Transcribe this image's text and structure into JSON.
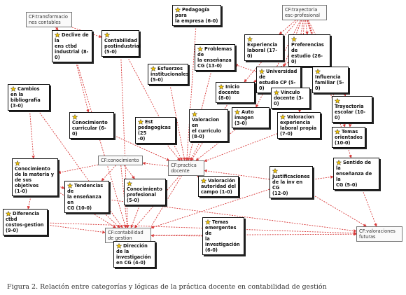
{
  "caption": "Figura 2. Relación entre categorías y lógicas de la práctica docente en contabilidad de gestión",
  "nodes": [
    {
      "id": "n_cf_transf",
      "type": "category",
      "text": "CF:transformacio\nnes contables"
    },
    {
      "id": "n_declive",
      "type": "code",
      "text": "Declive de la\nens ctbd\nindustrial (8-0)"
    },
    {
      "id": "n_contab_post",
      "type": "code",
      "text": "Contabilidad\npostindustrial\n(5-0)"
    },
    {
      "id": "n_pedagogia",
      "type": "code",
      "text": "Pedagogía para\nla empresa (6-0)"
    },
    {
      "id": "n_cf_tray",
      "type": "category",
      "text": "CF:trayectoria\nesc-profesional"
    },
    {
      "id": "n_experiencia",
      "type": "code",
      "text": "Experiencia\nlaboral (17-0)"
    },
    {
      "id": "n_preferencias",
      "type": "code",
      "text": "Preferencias de\nestudio (26-0)"
    },
    {
      "id": "n_problemas",
      "type": "code",
      "text": "Problemas de\nla enseñanza\nCG (13-0)"
    },
    {
      "id": "n_esfuerzos",
      "type": "code",
      "text": "Esfuerzos\ninstitucionales\n(5-0)"
    },
    {
      "id": "n_universidad",
      "type": "code",
      "text": "Universidad de\nestudio CP (5-0)"
    },
    {
      "id": "n_influencia",
      "type": "code",
      "text": "Influencia\nfamiliar (5-0)"
    },
    {
      "id": "n_inicio",
      "type": "code",
      "text": "Inicio docente\n(8-0)"
    },
    {
      "id": "n_vinculo",
      "type": "code",
      "text": "Vínculo\ndocente (3-0)"
    },
    {
      "id": "n_tray_escolar",
      "type": "code",
      "text": "Trayectoria\nescolar (10-0)"
    },
    {
      "id": "n_cambios",
      "type": "code",
      "text": "Cambios en la\nbibliografía\n(3-0)"
    },
    {
      "id": "n_valoracion_curr",
      "type": "code",
      "text": "Valoracion en\nel curriculo\n(8-0)"
    },
    {
      "id": "n_auto_imagen",
      "type": "code",
      "text": "Auto imagen\n(3-0)"
    },
    {
      "id": "n_valoracion_exp",
      "type": "code",
      "text": "Valoracion\nexperiencia\nlaboral propia\n(7-0)"
    },
    {
      "id": "n_conoc_curr",
      "type": "code",
      "text": "Conocimiento\ncurricular (6-0)"
    },
    {
      "id": "n_est_ped",
      "type": "code",
      "text": "Est\npedagogicas (25\n-0)"
    },
    {
      "id": "n_temas_or",
      "type": "code",
      "text": "Temas\norientados\n(10-0)"
    },
    {
      "id": "n_conoc_materia",
      "type": "code",
      "text": "Conocimiento\nde la materia y\nde sus objetivos\n(1-0)"
    },
    {
      "id": "n_cf_conoc",
      "type": "category",
      "text": "CF:conocimiento"
    },
    {
      "id": "n_cf_practica",
      "type": "category",
      "text": "CF:practica\ndocente"
    },
    {
      "id": "n_justificaciones",
      "type": "code",
      "text": "Justificaciones\nde la inv en CG\n(12-0)"
    },
    {
      "id": "n_sentido",
      "type": "code",
      "text": "Sentido de la\nenseñanza de la\nCG (5-0)"
    },
    {
      "id": "n_valoracion_aut",
      "type": "code",
      "text": "Valoración\nautoridad del\ncampo (1-0)"
    },
    {
      "id": "n_tendencias",
      "type": "code",
      "text": "Tendencias de\nla enseñanza en\nCG (10-0)"
    },
    {
      "id": "n_conoc_prof",
      "type": "code",
      "text": "Conocimiento\nprofesional\n(5-0)"
    },
    {
      "id": "n_diferencia",
      "type": "code",
      "text": "Diferencia ctbd\ncostos-gestion\n(9-0)"
    },
    {
      "id": "n_temas_emerg",
      "type": "code",
      "text": "Temas\nemergentes de\nla investigación\n(6-0)"
    },
    {
      "id": "n_cf_contab",
      "type": "category",
      "text": "CF:contabilidad\nde gestion"
    },
    {
      "id": "n_cf_valor",
      "type": "category",
      "text": "CF:valoraciones\nfuturas"
    },
    {
      "id": "n_direccion",
      "type": "code",
      "text": "Dirección de la\ninvestigación\nen CG (4-0)"
    }
  ],
  "edges": [
    [
      "n_cf_transf",
      "n_declive"
    ],
    [
      "n_cf_transf",
      "n_contab_post"
    ],
    [
      "n_declive",
      "n_cf_contab"
    ],
    [
      "n_contab_post",
      "n_cf_contab"
    ],
    [
      "n_declive",
      "n_conoc_curr"
    ],
    [
      "n_contab_post",
      "n_cf_practica"
    ],
    [
      "n_cambios",
      "n_cf_contab"
    ],
    [
      "n_cambios",
      "n_conoc_materia"
    ],
    [
      "n_cf_tray",
      "n_experiencia"
    ],
    [
      "n_cf_tray",
      "n_preferencias"
    ],
    [
      "n_cf_tray",
      "n_influencia"
    ],
    [
      "n_cf_tray",
      "n_tray_escolar"
    ],
    [
      "n_cf_tray",
      "n_universidad"
    ],
    [
      "n_cf_tray",
      "n_vinculo"
    ],
    [
      "n_cf_tray",
      "n_inicio"
    ],
    [
      "n_cf_tray",
      "n_auto_imagen"
    ],
    [
      "n_cf_tray",
      "n_valoracion_exp"
    ],
    [
      "n_cf_tray",
      "n_temas_or"
    ],
    [
      "n_cf_tray",
      "n_sentido"
    ],
    [
      "n_preferencias",
      "n_universidad"
    ],
    [
      "n_preferencias",
      "n_inicio"
    ],
    [
      "n_universidad",
      "n_problemas"
    ],
    [
      "n_tray_escolar",
      "n_temas_or"
    ],
    [
      "n_pedagogia",
      "n_cf_practica"
    ],
    [
      "n_problemas",
      "n_cf_practica"
    ],
    [
      "n_esfuerzos",
      "n_cf_practica"
    ],
    [
      "n_inicio",
      "n_cf_practica"
    ],
    [
      "n_valoracion_curr",
      "n_cf_practica"
    ],
    [
      "n_auto_imagen",
      "n_cf_practica"
    ],
    [
      "n_est_ped",
      "n_cf_practica"
    ],
    [
      "n_conoc_curr",
      "n_cf_practica"
    ],
    [
      "n_valoracion_exp",
      "n_cf_practica"
    ],
    [
      "n_valoracion_aut",
      "n_cf_practica"
    ],
    [
      "n_justificaciones",
      "n_cf_practica"
    ],
    [
      "n_cf_conoc",
      "n_conoc_materia"
    ],
    [
      "n_cf_conoc",
      "n_conoc_prof"
    ],
    [
      "n_cf_conoc",
      "n_tendencias"
    ],
    [
      "n_cf_conoc",
      "n_cf_contab"
    ],
    [
      "n_cf_practica",
      "n_cf_conoc"
    ],
    [
      "n_conoc_materia",
      "n_cf_contab"
    ],
    [
      "n_tendencias",
      "n_cf_contab"
    ],
    [
      "n_conoc_prof",
      "n_cf_contab"
    ],
    [
      "n_diferencia",
      "n_cf_contab"
    ],
    [
      "n_direccion",
      "n_cf_contab"
    ],
    [
      "n_temas_emerg",
      "n_cf_contab"
    ],
    [
      "n_justificaciones",
      "n_cf_contab"
    ],
    [
      "n_justificaciones",
      "n_sentido"
    ],
    [
      "n_justificaciones",
      "n_cf_valor"
    ],
    [
      "n_sentido",
      "n_cf_valor"
    ],
    [
      "n_tendencias",
      "n_cf_valor"
    ],
    [
      "n_cf_contab",
      "n_cf_valor"
    ],
    [
      "n_diferencia",
      "n_cf_valor"
    ],
    [
      "n_conoc_materia",
      "n_diferencia"
    ],
    [
      "n_conoc_materia",
      "n_tendencias"
    ],
    [
      "n_cf_practica",
      "n_cf_contab"
    ],
    [
      "n_cf_practica",
      "n_direccion"
    ]
  ],
  "colors": {
    "edge": "#d83a3a",
    "node_border": "#111111",
    "shadow": "#222222",
    "star": "#f2c200"
  }
}
